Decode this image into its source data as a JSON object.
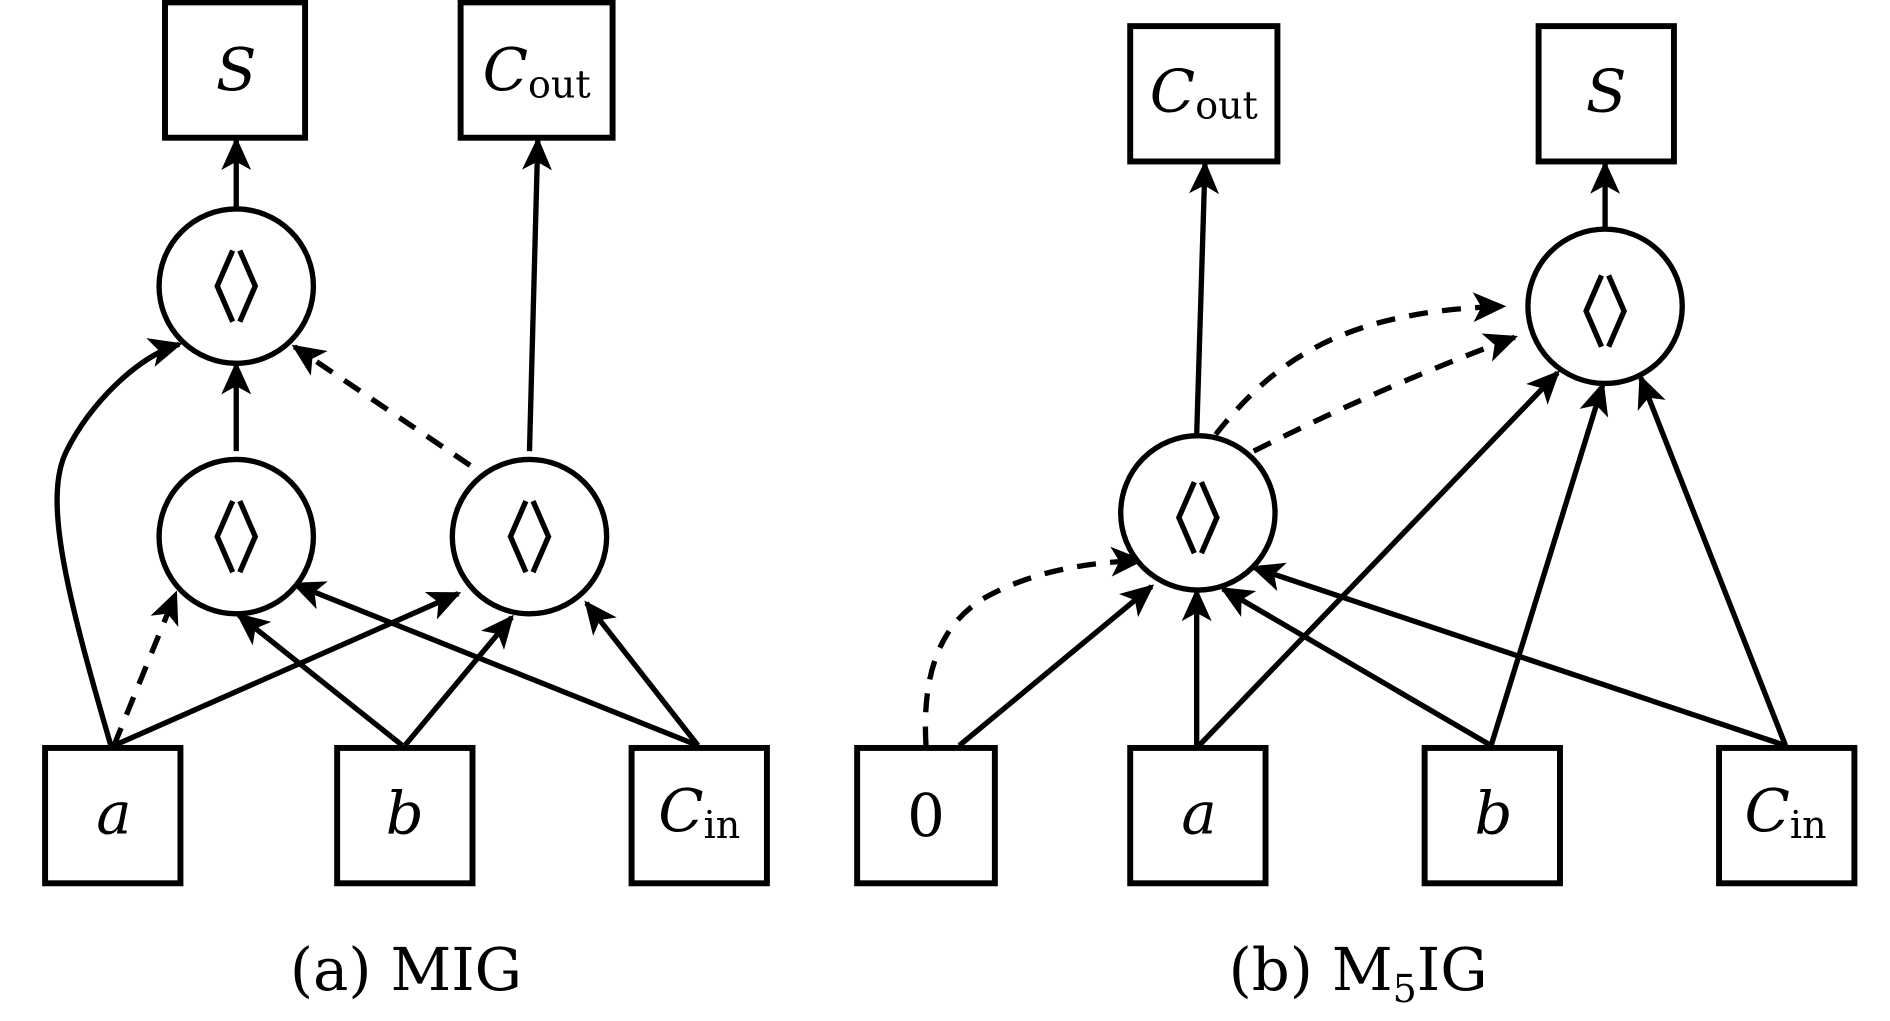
{
  "panels": [
    {
      "id": "a",
      "caption": "(a) MIG",
      "caption_prefix": "(a) ",
      "caption_main": "MIG",
      "caption_sub": "",
      "caption_tail": "",
      "inputs": [
        {
          "id": "a",
          "label": "a",
          "sub": ""
        },
        {
          "id": "b",
          "label": "b",
          "sub": ""
        },
        {
          "id": "cin",
          "label": "C",
          "sub": "in"
        }
      ],
      "outputs": [
        {
          "id": "s",
          "label": "S",
          "sub": ""
        },
        {
          "id": "cout",
          "label": "C",
          "sub": "out"
        }
      ],
      "gates": [
        {
          "id": "g1",
          "symbol": "⟨⟩",
          "type": "majority-3"
        },
        {
          "id": "g2",
          "symbol": "⟨⟩",
          "type": "majority-3"
        },
        {
          "id": "g3",
          "symbol": "⟨⟩",
          "type": "majority-3"
        }
      ],
      "edges": [
        {
          "from": "a",
          "to": "g1",
          "complemented": true
        },
        {
          "from": "b",
          "to": "g1",
          "complemented": false
        },
        {
          "from": "cin",
          "to": "g1",
          "complemented": false
        },
        {
          "from": "a",
          "to": "g2",
          "complemented": false
        },
        {
          "from": "b",
          "to": "g2",
          "complemented": false
        },
        {
          "from": "cin",
          "to": "g2",
          "complemented": false
        },
        {
          "from": "a",
          "to": "g3",
          "complemented": false
        },
        {
          "from": "g1",
          "to": "g3",
          "complemented": false
        },
        {
          "from": "g2",
          "to": "g3",
          "complemented": true
        },
        {
          "from": "g3",
          "to": "s",
          "complemented": false
        },
        {
          "from": "g2",
          "to": "cout",
          "complemented": false
        }
      ]
    },
    {
      "id": "b",
      "caption": "(b) M5IG",
      "caption_prefix": "(b) ",
      "caption_main": "M",
      "caption_sub": "5",
      "caption_tail": "IG",
      "inputs": [
        {
          "id": "zero",
          "label": "0",
          "sub": ""
        },
        {
          "id": "a",
          "label": "a",
          "sub": ""
        },
        {
          "id": "b",
          "label": "b",
          "sub": ""
        },
        {
          "id": "cin",
          "label": "C",
          "sub": "in"
        }
      ],
      "outputs": [
        {
          "id": "cout",
          "label": "C",
          "sub": "out"
        },
        {
          "id": "s",
          "label": "S",
          "sub": ""
        }
      ],
      "gates": [
        {
          "id": "g1",
          "symbol": "⟨⟩",
          "type": "majority-5"
        },
        {
          "id": "g2",
          "symbol": "⟨⟩",
          "type": "majority-5"
        }
      ],
      "edges": [
        {
          "from": "zero",
          "to": "g1",
          "complemented": true
        },
        {
          "from": "zero",
          "to": "g1",
          "complemented": false
        },
        {
          "from": "a",
          "to": "g1",
          "complemented": false
        },
        {
          "from": "b",
          "to": "g1",
          "complemented": false
        },
        {
          "from": "cin",
          "to": "g1",
          "complemented": false
        },
        {
          "from": "g1",
          "to": "g2",
          "complemented": true
        },
        {
          "from": "g1",
          "to": "g2",
          "complemented": true
        },
        {
          "from": "a",
          "to": "g2",
          "complemented": false
        },
        {
          "from": "b",
          "to": "g2",
          "complemented": false
        },
        {
          "from": "cin",
          "to": "g2",
          "complemented": false
        },
        {
          "from": "g1",
          "to": "cout",
          "complemented": false
        },
        {
          "from": "g2",
          "to": "s",
          "complemented": false
        }
      ]
    }
  ]
}
